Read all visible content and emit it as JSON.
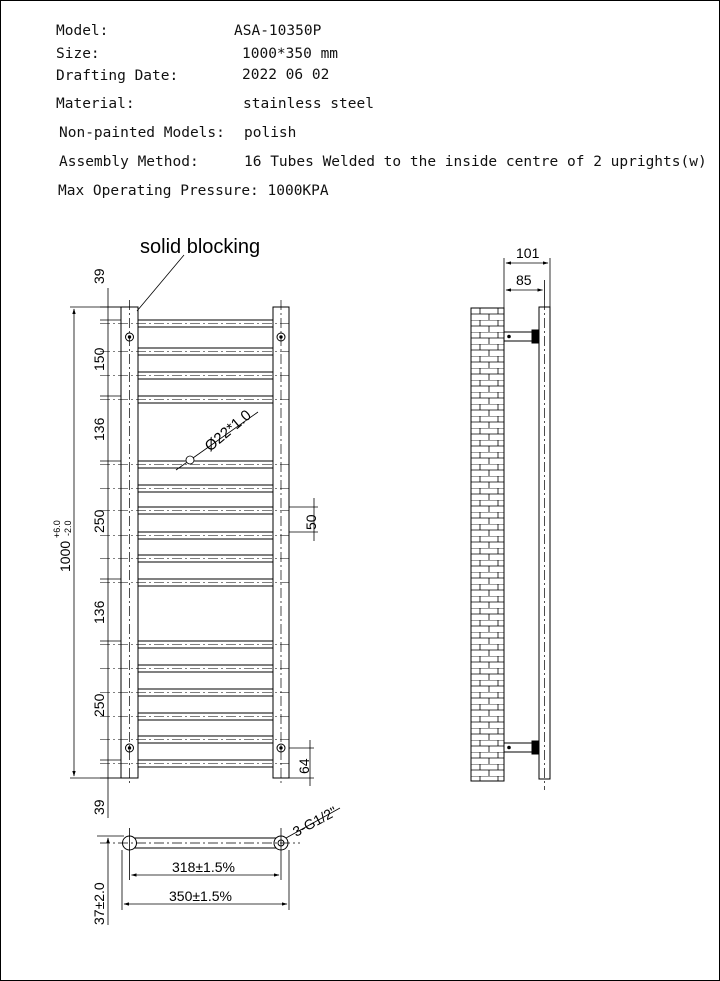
{
  "spec": {
    "model_label": "Model:",
    "model_value": "ASA-10350P",
    "size_label": "Size:",
    "size_value": "1000*350 mm",
    "date_label": "Drafting Date:",
    "date_value": "2022 06 02",
    "material_label": "Material:",
    "material_value": "stainless steel",
    "nonpainted_label": "Non-painted Models:",
    "nonpainted_value": "polish",
    "assembly_label": "Assembly Method:",
    "assembly_value": "16 Tubes Welded to the inside centre of 2 uprights(w)",
    "pressure_line": "Max Operating Pressure: 1000KPA"
  },
  "front": {
    "callout": "solid blocking",
    "tube_diameter": "Ø22*1.0",
    "dim_top": "39",
    "dim_150": "150",
    "dim_136a": "136",
    "dim_250a": "250",
    "dim_136b": "136",
    "dim_250b": "250",
    "dim_bottom": "39",
    "dim_gap": "50",
    "dim_bottom_right": "64",
    "height_main": "1000",
    "height_tol_upper": "+6.0",
    "height_tol_lower": "-2.0"
  },
  "side": {
    "dim_depth": "101",
    "dim_wall": "85"
  },
  "bottom": {
    "valve_label": "3-G1/2\"",
    "dim_centres": "318±1.5%",
    "dim_width": "350±1.5%",
    "dim_pipe": "37±2.0"
  }
}
